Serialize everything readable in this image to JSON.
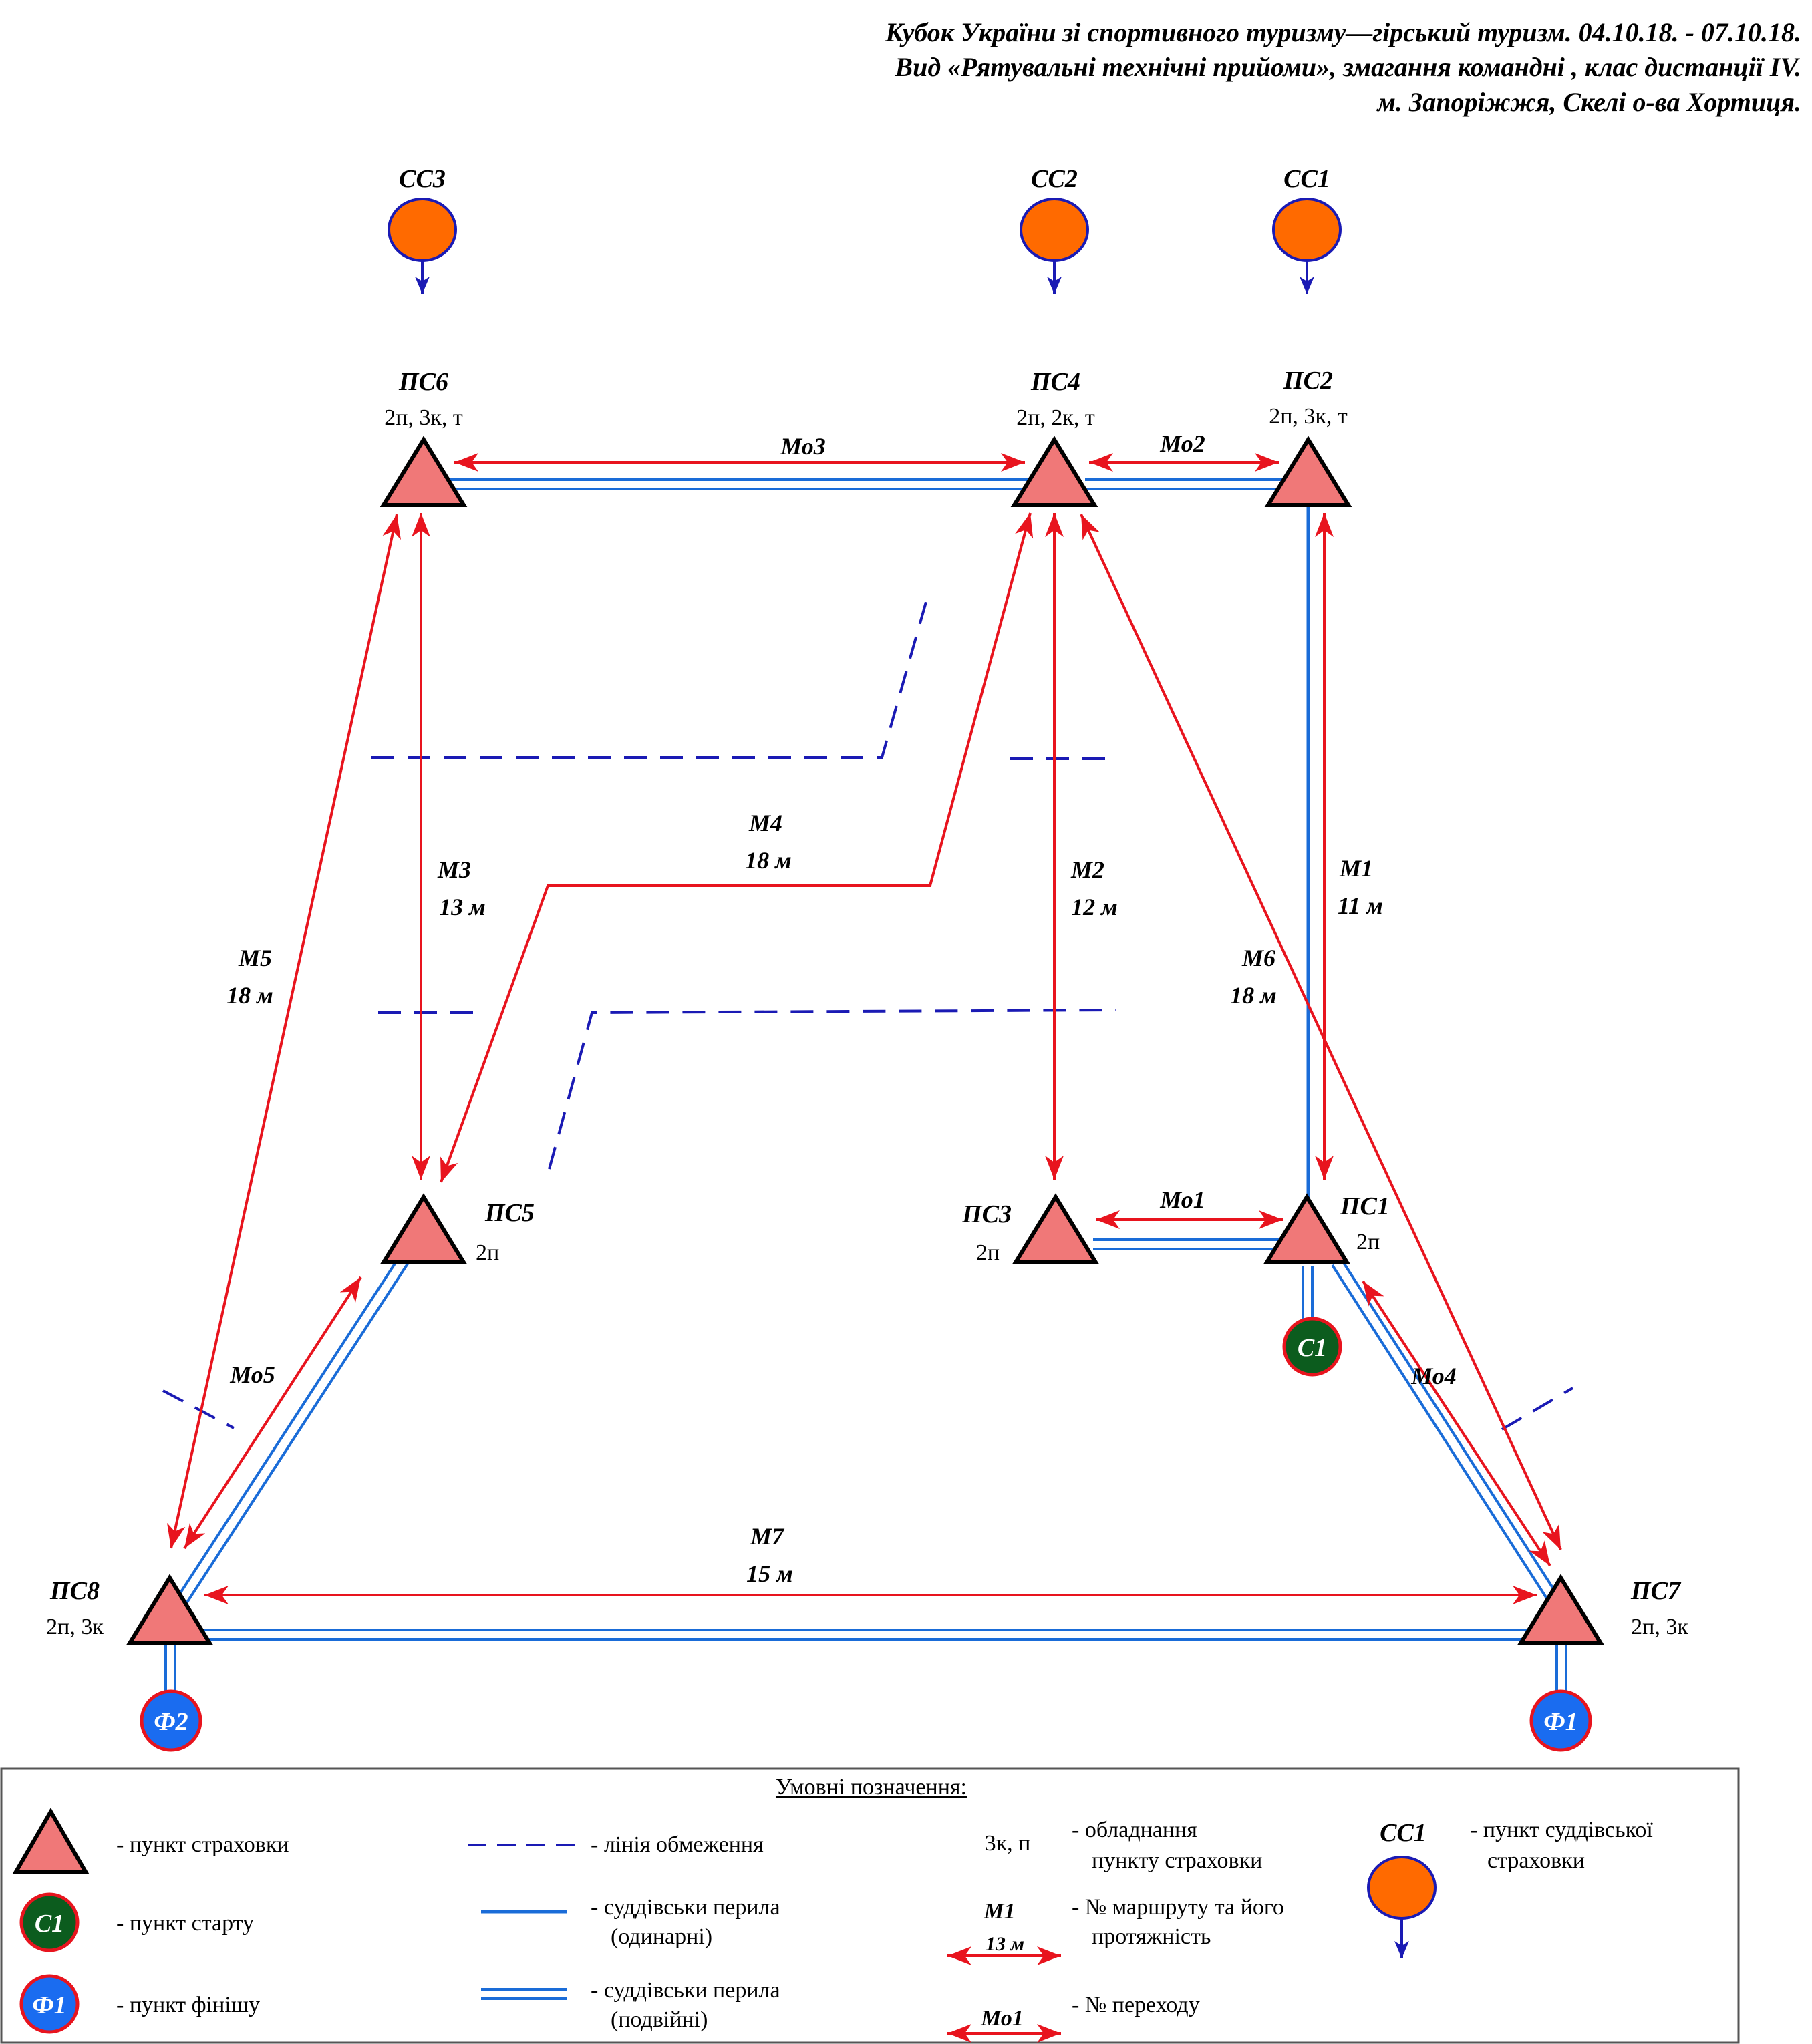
{
  "header": {
    "line1": "Кубок України зі спортивного туризму—гірський туризм. 04.10.18. - 07.10.18.",
    "line2": "Вид «Рятувальні технічні прийоми», змагання командні , клас дистанції IV.",
    "line3": "м. Запоріжжя, Скелі о-ва Хортиця."
  },
  "colors": {
    "triangle_fill": "#f07878",
    "red_arrow": "#e8141e",
    "blue_rail": "#1a6cd8",
    "restriction": "#1a1ab4",
    "judge_circle": "#ff6a00",
    "start_circle": "#0c5c1e",
    "finish_circle": "#1a6cf0"
  },
  "nodes": {
    "ps1": {
      "name": "ПС1",
      "equip": "2п"
    },
    "ps2": {
      "name": "ПС2",
      "equip": "2п, 3к, т"
    },
    "ps3": {
      "name": "ПС3",
      "equip": "2п"
    },
    "ps4": {
      "name": "ПС4",
      "equip": "2п, 2к, т"
    },
    "ps5": {
      "name": "ПС5",
      "equip": "2п"
    },
    "ps6": {
      "name": "ПС6",
      "equip": "2п, 3к, т"
    },
    "ps7": {
      "name": "ПС7",
      "equip": "2п, 3к"
    },
    "ps8": {
      "name": "ПС8",
      "equip": "2п, 3к"
    }
  },
  "judge_points": {
    "cc1": "СС1",
    "cc2": "СС2",
    "cc3": "СС3"
  },
  "start": {
    "c1": "С1"
  },
  "finish": {
    "f1": "Ф1",
    "f2": "Ф2"
  },
  "routes": {
    "m1": {
      "name": "М1",
      "length": "11 м"
    },
    "m2": {
      "name": "М2",
      "length": "12 м"
    },
    "m3": {
      "name": "М3",
      "length": "13 м"
    },
    "m4": {
      "name": "М4",
      "length": "18 м"
    },
    "m5": {
      "name": "М5",
      "length": "18 м"
    },
    "m6": {
      "name": "М6",
      "length": "18 м"
    },
    "m7": {
      "name": "М7",
      "length": "15 м"
    }
  },
  "transitions": {
    "mo1": "Мо1",
    "mo2": "Мо2",
    "mo3": "Мо3",
    "mo4": "Мо4",
    "mo5": "Мо5"
  },
  "legend": {
    "title": "Умовні позначення:",
    "belay_point": "- пункт страховки",
    "start_point": "- пункт старту",
    "finish_point": "- пункт фінішу",
    "restriction_line": "- лінія обмеження",
    "single_rail_1": "- суддівськи перила",
    "single_rail_2": "(одинарні)",
    "double_rail_1": "- суддівськи перила",
    "double_rail_2": "(подвійні)",
    "equip_sample": "3к, п",
    "equip_desc_1": "- обладнання",
    "equip_desc_2": "пункту страховки",
    "route_sample_name": "М1",
    "route_sample_length": "13 м",
    "route_desc_1": "- № маршруту та його",
    "route_desc_2": "протяжність",
    "transition_sample": "Мо1",
    "transition_desc": "- № переходу",
    "judge_sample": "СС1",
    "judge_desc_1": "- пункт суддівської",
    "judge_desc_2": "страховки",
    "start_sample": "С1",
    "finish_sample": "Ф1"
  }
}
